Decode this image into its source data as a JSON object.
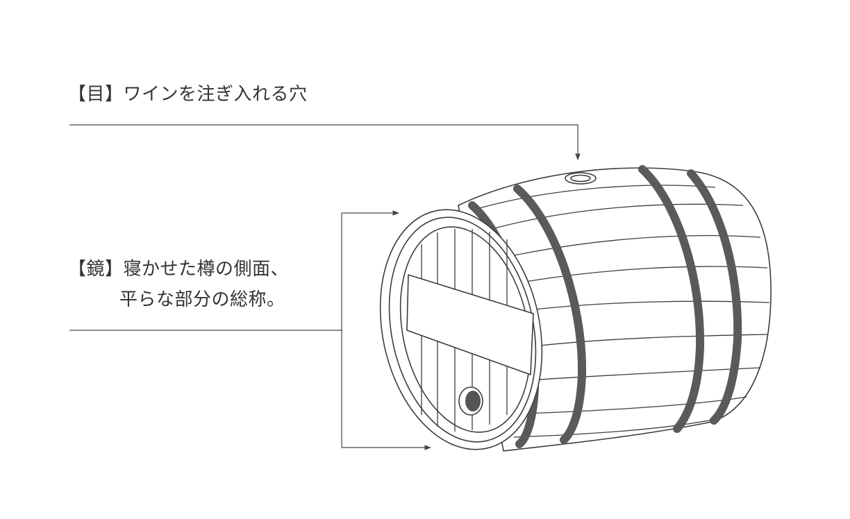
{
  "labels": {
    "eye": {
      "bracket_term": "【目】",
      "description": "ワインを注ぎ入れる穴"
    },
    "head": {
      "bracket_term": "【鏡】",
      "description_line1": "寝かせた樽の側面、",
      "description_line2": "平らな部分の総称。"
    }
  },
  "colors": {
    "line": "#444444",
    "hoop": "#5a5a5a",
    "background": "#ffffff"
  }
}
